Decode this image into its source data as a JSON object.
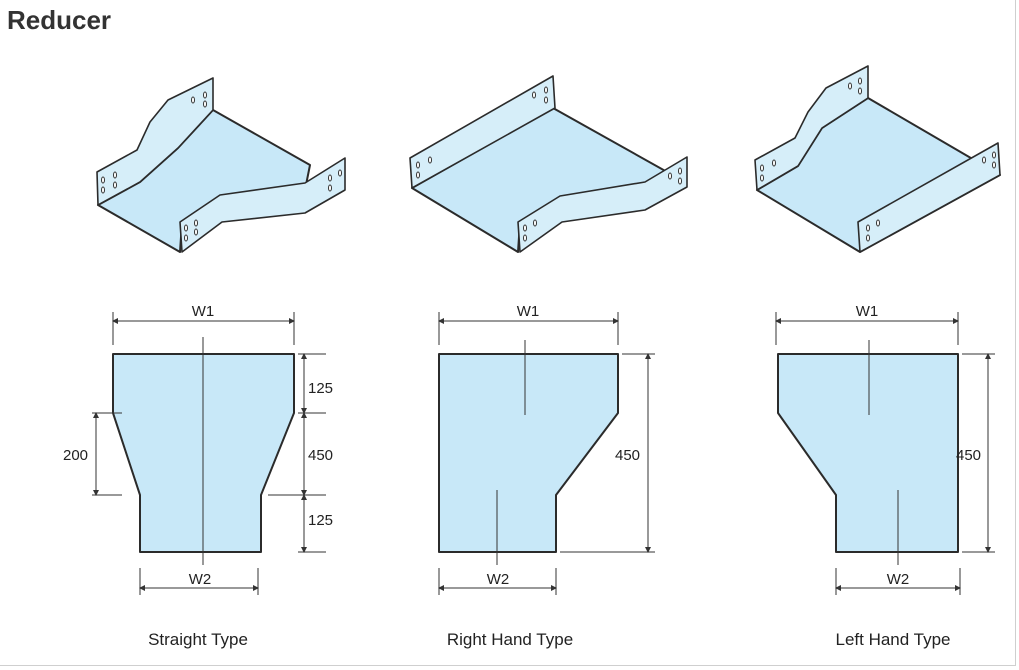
{
  "title": "Reducer",
  "types": [
    {
      "label": "Straight Type",
      "w1": "W1",
      "w2": "W2",
      "dims": [
        "125",
        "450",
        "125",
        "200"
      ]
    },
    {
      "label": "Right Hand Type",
      "w1": "W1",
      "w2": "W2",
      "dims": [
        "450"
      ]
    },
    {
      "label": "Left Hand Type",
      "w1": "W1",
      "w2": "W2",
      "dims": [
        "450"
      ]
    }
  ],
  "colors": {
    "fill": "#c8e8f8",
    "stroke": "#2b2b2b"
  }
}
